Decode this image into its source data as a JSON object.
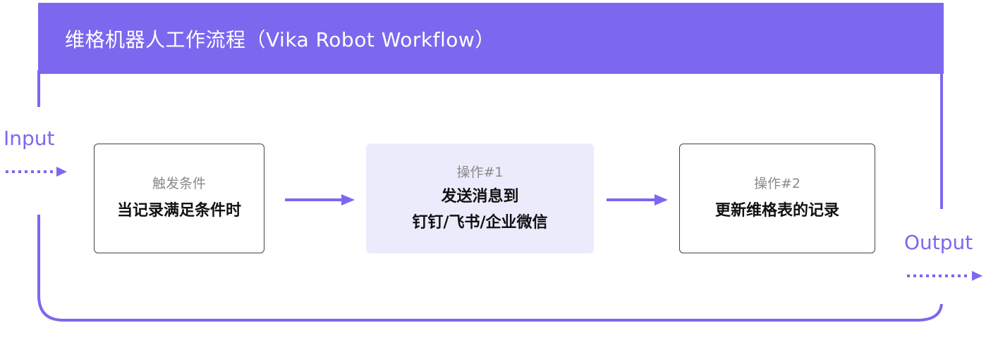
{
  "title": "维格机器人工作流程（Vika Robot Workflow）",
  "input_label": "Input",
  "output_label": "Output",
  "nodes": [
    {
      "caption": "触发条件",
      "text": "当记录满足条件时"
    },
    {
      "caption": "操作#1",
      "text": "发送消息到\n钉钉/飞书/企业微信"
    },
    {
      "caption": "操作#2",
      "text": "更新维格表的记录"
    }
  ],
  "colors": {
    "accent": "#7b68ee",
    "node_fill": "#ecebfc",
    "node_border": "#444444"
  }
}
